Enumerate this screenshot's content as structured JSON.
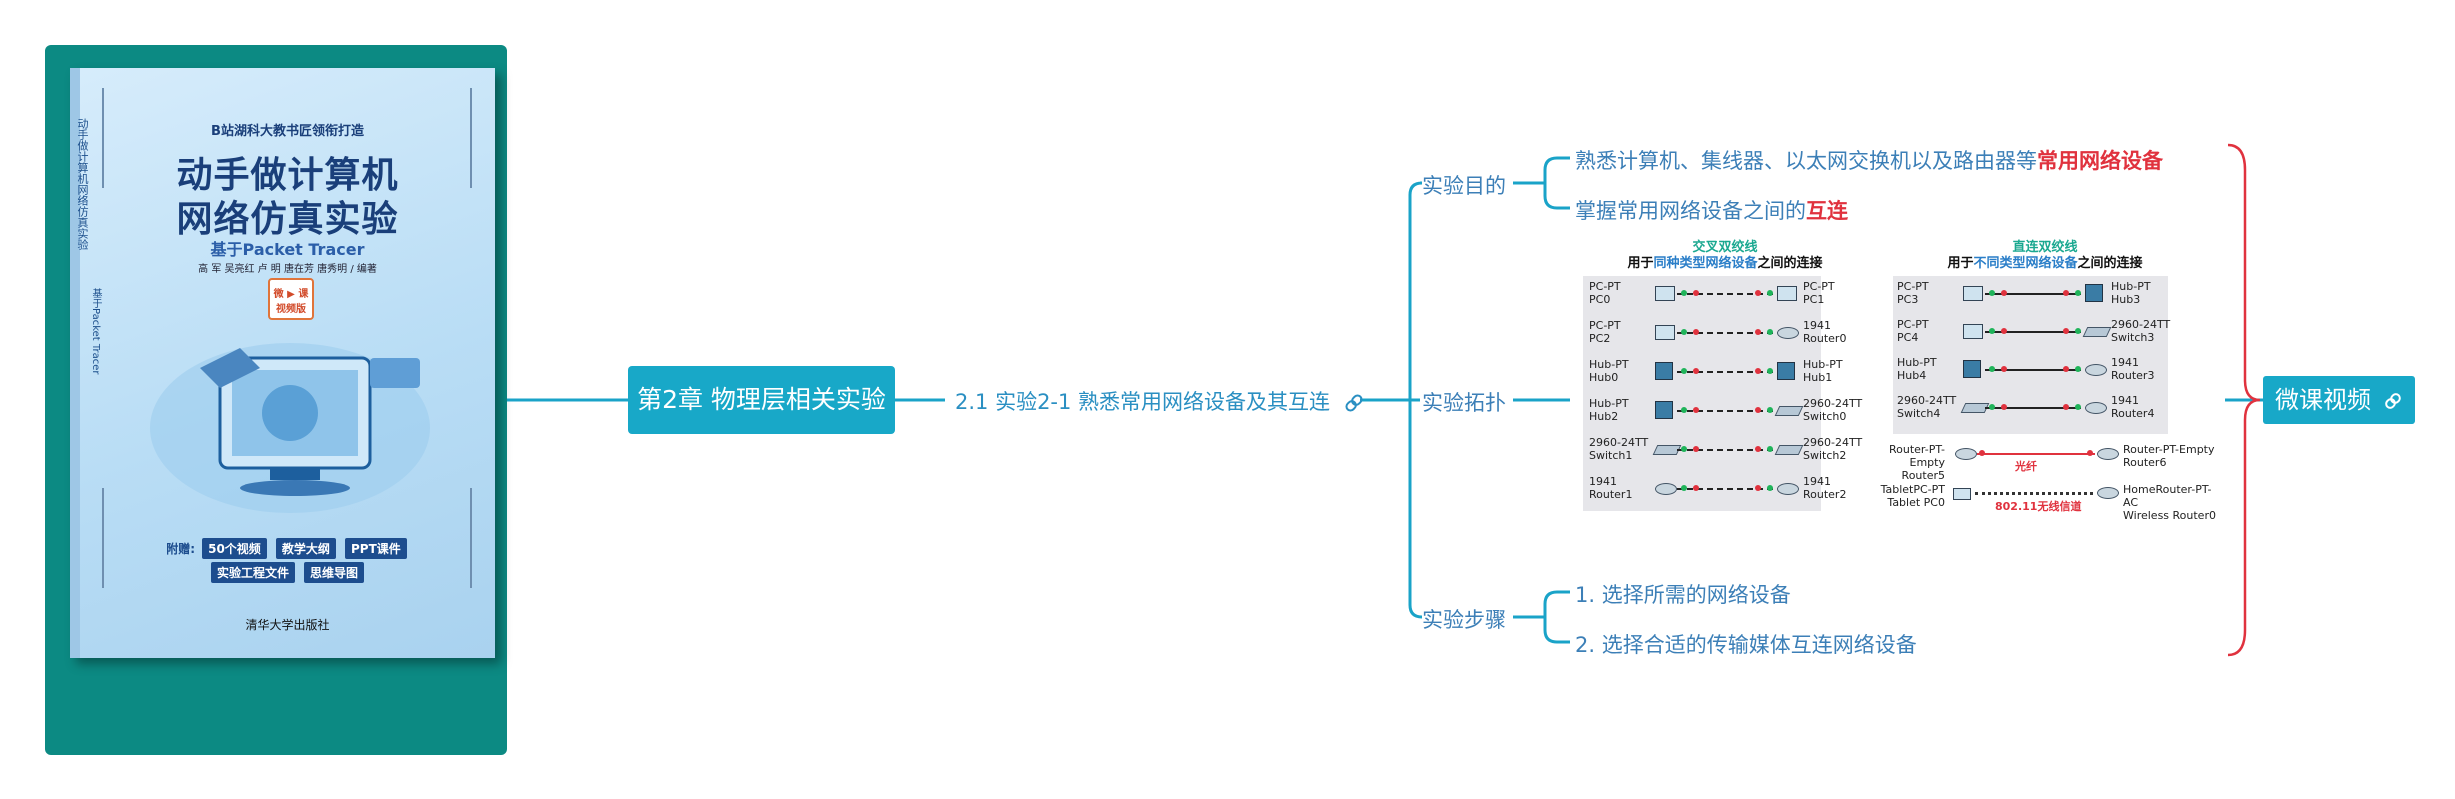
{
  "book": {
    "top_line": "B站湖科大教书匠领衔打造",
    "title_line1": "动手做计算机",
    "title_line2": "网络仿真实验",
    "subtitle": "基于Packet Tracer",
    "authors": "高 军  吴亮红  卢 明  唐在芳  唐秀明 / 编著",
    "badge_line1": "微 ▶ 课",
    "badge_line2": "视频版",
    "spine_title": "动手做计算机网络仿真实验",
    "spine_sub": "基于Packet Tracer",
    "attach_label": "附赠:",
    "attach_items": [
      "50个视频",
      "教学大纲",
      "PPT课件"
    ],
    "attach_items2": [
      "实验工程文件",
      "思维导图"
    ],
    "publisher": "清华大学出版社"
  },
  "mindmap": {
    "chapter": "第2章 物理层相关实验",
    "topic": "2.1 实验2-1 熟悉常用网络设备及其互连",
    "branch_goal": "实验目的",
    "goal_1_prefix": "熟悉计算机、集线器、以太网交换机以及路由器等",
    "goal_1_highlight": "常用网络设备",
    "goal_2_prefix": "掌握常用网络设备之间的",
    "goal_2_highlight": "互连",
    "branch_topo": "实验拓扑",
    "branch_steps": "实验步骤",
    "step_1": "1. 选择所需的网络设备",
    "step_2": "2. 选择合适的传输媒体互连网络设备",
    "right_node": "微课视频"
  },
  "topology": {
    "left_head_1": "交叉双绞线",
    "left_head_2a": "用于",
    "left_head_2b": "同种类型网络设备",
    "left_head_2c": "之间的连接",
    "right_head_1": "直连双绞线",
    "right_head_2a": "用于",
    "right_head_2b": "不同类型网络设备",
    "right_head_2c": "之间的连接",
    "left_rows": [
      {
        "a1": "PC-PT",
        "a2": "PC0",
        "b1": "PC-PT",
        "b2": "PC1"
      },
      {
        "a1": "PC-PT",
        "a2": "PC2",
        "b1": "1941",
        "b2": "Router0"
      },
      {
        "a1": "Hub-PT",
        "a2": "Hub0",
        "b1": "Hub-PT",
        "b2": "Hub1"
      },
      {
        "a1": "Hub-PT",
        "a2": "Hub2",
        "b1": "2960-24TT",
        "b2": "Switch0"
      },
      {
        "a1": "2960-24TT",
        "a2": "Switch1",
        "b1": "2960-24TT",
        "b2": "Switch2"
      },
      {
        "a1": "1941",
        "a2": "Router1",
        "b1": "1941",
        "b2": "Router2"
      }
    ],
    "right_rows": [
      {
        "a1": "PC-PT",
        "a2": "PC3",
        "b1": "Hub-PT",
        "b2": "Hub3"
      },
      {
        "a1": "PC-PT",
        "a2": "PC4",
        "b1": "2960-24TT",
        "b2": "Switch3"
      },
      {
        "a1": "Hub-PT",
        "a2": "Hub4",
        "b1": "1941",
        "b2": "Router3"
      },
      {
        "a1": "2960-24TT",
        "a2": "Switch4",
        "b1": "1941",
        "b2": "Router4"
      }
    ],
    "fiber": {
      "a1": "Router-PT-Empty",
      "a2": "Router5",
      "b1": "Router-PT-Empty",
      "b2": "Router6",
      "label": "光纤"
    },
    "wireless": {
      "a1": "TabletPC-PT",
      "a2": "Tablet PC0",
      "b1": "HomeRouter-PT-AC",
      "b2": "Wireless Router0",
      "label": "802.11无线信道"
    }
  },
  "colors": {
    "teal_panel": "#0c8a83",
    "node_blue": "#18a8c8",
    "connector": "#1aa3c8",
    "highlight_red": "#e0323e",
    "brace_red": "#e0323e"
  }
}
